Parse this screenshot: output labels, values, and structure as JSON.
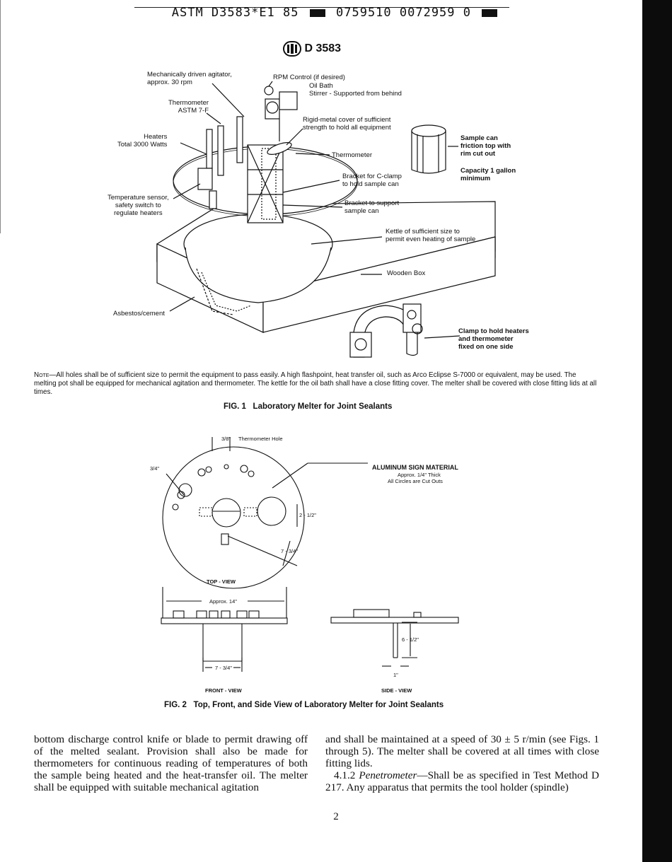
{
  "header": {
    "code_left": "ASTM D3583*E1 85",
    "code_right": "0759510 0072959 0",
    "logo_text": "D 3583"
  },
  "fig1": {
    "labels": {
      "agitator": "Mechanically driven agitator,\napprox. 30 rpm",
      "rpm": "RPM Control (if desired)",
      "oil_bath": "Oil Bath",
      "stirrer": "Stirrer - Supported from behind",
      "thermometer_astm": "Thermometer\nASTM 7-F",
      "cover": "Rigid-metal cover of sufficient\nstrength to hold all equipment",
      "heaters": "Heaters\nTotal 3000 Watts",
      "thermometer": "Thermometer",
      "bracket_clamp": "Bracket for C-clamp\nto hold sample can",
      "sensor": "Temperature sensor,\nsafety switch to\nregulate heaters",
      "bracket_support": "Bracket to support\nsample can",
      "kettle": "Kettle of sufficient size to\npermit even heating of sample",
      "wooden_box": "Wooden Box",
      "asbestos": "Asbestos/cement",
      "sample_can": "Sample can\nfriction top with\nrim cut out",
      "capacity": "Capacity 1 gallon\nminimum",
      "clamp": "Clamp to hold heaters\nand thermometer\nfixed on one side"
    },
    "note_prefix": "Note",
    "note": "—All holes shall be of sufficient size to permit the equipment to pass easily. A high flashpoint, heat transfer oil, such as Arco Eclipse S-7000 or equivalent, may be used. The melting pot shall be equipped for mechanical agitation and thermometer. The kettle for the oil bath shall have a close fitting cover. The melter shall be covered with close fitting lids at all times.",
    "caption_num": "FIG. 1",
    "caption": "Laboratory Melter for Joint Sealants"
  },
  "fig2": {
    "labels": {
      "thermo_hole_dim": "3/8\"",
      "thermo_hole": "Thermometer Hole",
      "dim_34": "3/4\"",
      "aluminum": "ALUMINUM SIGN MATERIAL",
      "thick": "Approx. 1/4\" Thick",
      "cutouts": "All Circles are Cut Outs",
      "dim_2_12": "2 - 1/2\"",
      "dim_7_34_top": "7 - 3/4\"",
      "top_view": "TOP - VIEW",
      "approx_14": "Approx. 14\"",
      "dim_7_34_front": "7 - 3/4\"",
      "front_view": "FRONT - VIEW",
      "dim_6_12": "6 - 1/2\"",
      "dim_1": "1\"",
      "side_view": "SIDE - VIEW"
    },
    "caption_num": "FIG. 2",
    "caption": "Top, Front, and Side View of Laboratory Melter for Joint Sealants"
  },
  "body": {
    "left": "bottom discharge control knife or blade to permit drawing off of the melted sealant. Provision shall also be made for thermometers for continuous reading of temperatures of both the sample being heated and the heat-transfer oil. The melter shall be equipped with suitable mechanical agitation",
    "right_a": "and shall be maintained at a speed of 30 ± 5 r/min (see Figs. 1 through 5). The melter shall be covered at all times with close fitting lids.",
    "right_b_num": "4.1.2",
    "right_b_term": "Penetrometer",
    "right_b": "—Shall be as specified in Test Method D 217. Any apparatus that permits the tool holder (spindle)"
  },
  "page_number": "2"
}
